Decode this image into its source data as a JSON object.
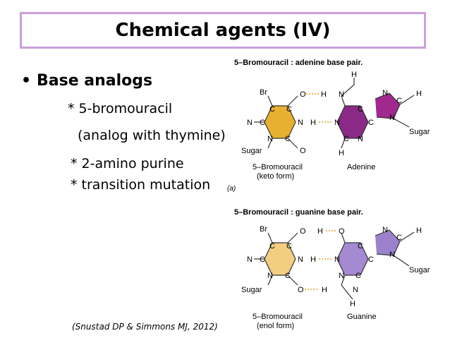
{
  "title": "Chemical agents (IV)",
  "bullet": {
    "marker": "•",
    "text": "Base analogs"
  },
  "items": [
    "* 5-bromouracil",
    "(analog with thymine)",
    "* 2-amino purine",
    "* transition mutation"
  ],
  "citation": "(Snustad DP & Simmons MJ, 2012)",
  "figure_a": {
    "heading": "5–Bromouracil : adenine base pair.",
    "left_caption_1": "5–Bromouracil",
    "left_caption_2": "(keto form)",
    "right_caption": "Adenine",
    "panel_label": "(a)",
    "atoms": {
      "br": "Br",
      "o1": "O",
      "h1": "H",
      "n_top": "N",
      "h_top": "H",
      "n_adenine_top": "N",
      "c_im": "C",
      "h_im": "H",
      "c1": "C",
      "c2": "C",
      "n_left": "N",
      "c_left": "C",
      "n_mid": "N",
      "h_mid": "H",
      "n_right": "N",
      "c_ad1": "C",
      "c_ad2": "C",
      "n_im2": "N",
      "sugar_r": "Sugar",
      "sugar_l": "Sugar",
      "n_bot": "N",
      "c_bot": "C",
      "o_bot": "O",
      "c_ad3": "C",
      "n_ad3": "N",
      "h_bot": "H"
    }
  },
  "figure_b": {
    "heading": "5–Bromouracil : guanine base pair.",
    "left_caption_1": "5–Bromouracil",
    "left_caption_2": "(enol form)",
    "right_caption": "Guanine",
    "atoms": {
      "br": "Br",
      "o1": "O",
      "h1": "H",
      "o_g": "O",
      "n_im": "N",
      "c_im": "C",
      "h_im": "H",
      "c1": "C",
      "c2": "C",
      "n_left": "N",
      "c_left": "C",
      "n_mid": "N",
      "h_mid": "H",
      "n_right": "N",
      "c_g1": "C",
      "c_g2": "C",
      "n_im2": "N",
      "sugar_r": "Sugar",
      "sugar_l": "Sugar",
      "n_bot": "N",
      "c_bot": "C",
      "o_bot": "O",
      "h_bot": "H",
      "n_g": "N",
      "c_g3": "C",
      "n_g2": "N",
      "h_g": "H"
    }
  },
  "colors": {
    "title_border": "#c9a0dc",
    "hex_yellow_a": "#e8b030",
    "hex_purple_a": "#8a2a86",
    "pent_purple_a": "#a0288e",
    "hex_yellow_b": "#f3cd80",
    "hex_purple_b": "#a48ad0",
    "pent_purple_b": "#9c82cc",
    "hbond": "#e0a020"
  }
}
